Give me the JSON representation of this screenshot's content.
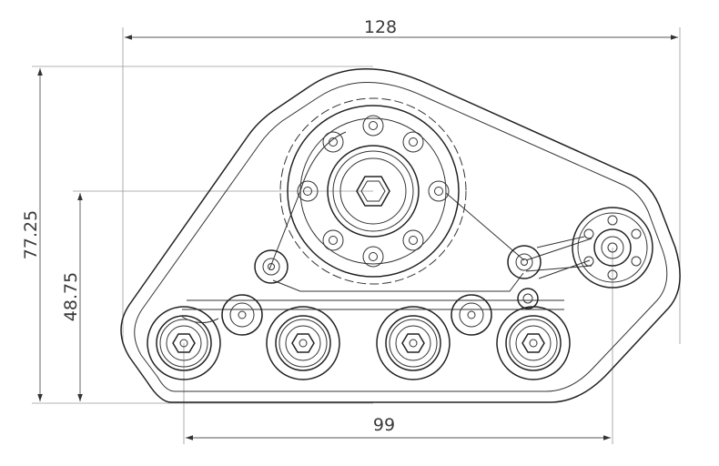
{
  "dimensions": {
    "overall_width": "128",
    "overall_height": "77.25",
    "drive_sprocket_height": "48.75",
    "wheel_span": "99"
  },
  "colors": {
    "line": "#222222",
    "dimension": "#555555",
    "extension": "#9a9a9a"
  }
}
